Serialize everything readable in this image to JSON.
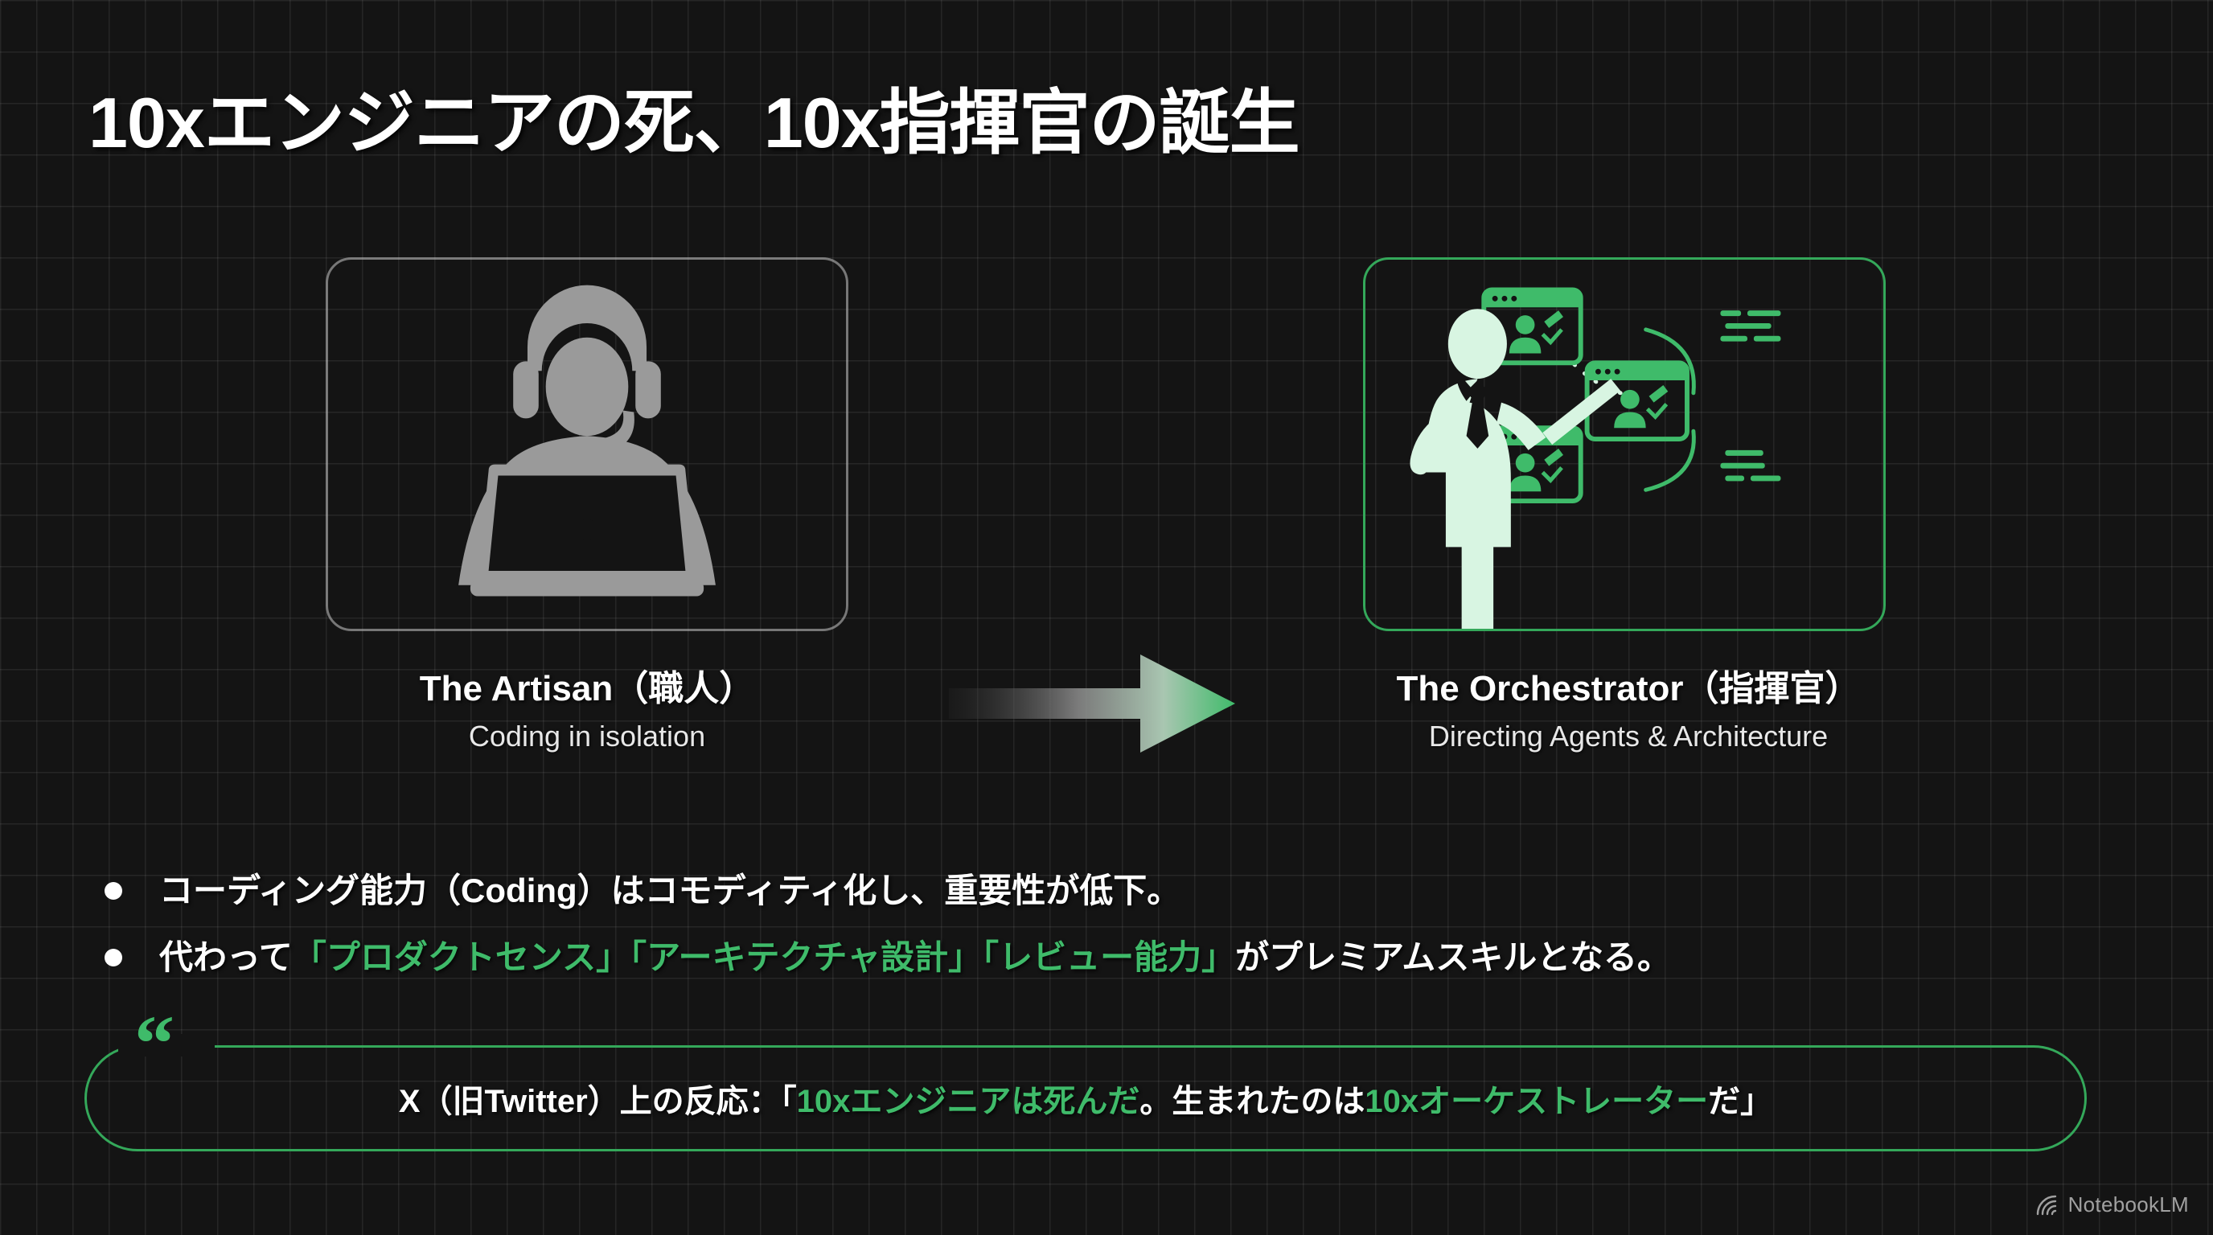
{
  "slide": {
    "title": "10xエンジニアの死、10x指揮官の誕生",
    "background_color": "#141414",
    "accent_color": "#34a85a",
    "highlight_color": "#3fbb6a"
  },
  "comparison": {
    "left": {
      "illustration": "person-with-headset-at-laptop-icon",
      "illustration_color": "#9a9a9a",
      "border_color": "#c8c8c8",
      "title": "The Artisan（職人）",
      "subtitle": "Coding in isolation"
    },
    "arrow": {
      "icon": "right-arrow-gradient-icon",
      "start_color": "#2a2a2a",
      "end_color": "#3fbb6a"
    },
    "right": {
      "illustration": "orchestrator-directing-agent-windows-icon",
      "illustration_color": "#d8f5e2",
      "agent_window_color": "#3fbb6a",
      "border_color": "#34a85a",
      "title": "The Orchestrator（指揮官）",
      "subtitle": "Directing Agents & Architecture"
    }
  },
  "bullets": [
    {
      "marker": "bullet-dot",
      "segments": [
        {
          "text": "コーディング能力（Coding）はコモディティ化し、重要性が低下。",
          "highlight": false
        }
      ]
    },
    {
      "marker": "bullet-dot",
      "segments": [
        {
          "text": "代わって",
          "highlight": false
        },
        {
          "text": "「プロダクトセンス」",
          "highlight": true
        },
        {
          "text": "「アーキテクチャ設計」",
          "highlight": true
        },
        {
          "text": "「レビュー能力」",
          "highlight": true
        },
        {
          "text": "がプレミアムスキルとなる。",
          "highlight": false
        }
      ]
    }
  ],
  "quote": {
    "mark": "“",
    "segments": [
      {
        "text": "X（旧Twitter）上の反応：「",
        "highlight": false
      },
      {
        "text": "10xエンジニアは死んだ",
        "highlight": true
      },
      {
        "text": "。生まれたのは",
        "highlight": false
      },
      {
        "text": "10xオーケストレーター",
        "highlight": true
      },
      {
        "text": "だ」",
        "highlight": false
      }
    ]
  },
  "watermark": {
    "icon": "notebooklm-spiral-icon",
    "label": "NotebookLM"
  }
}
